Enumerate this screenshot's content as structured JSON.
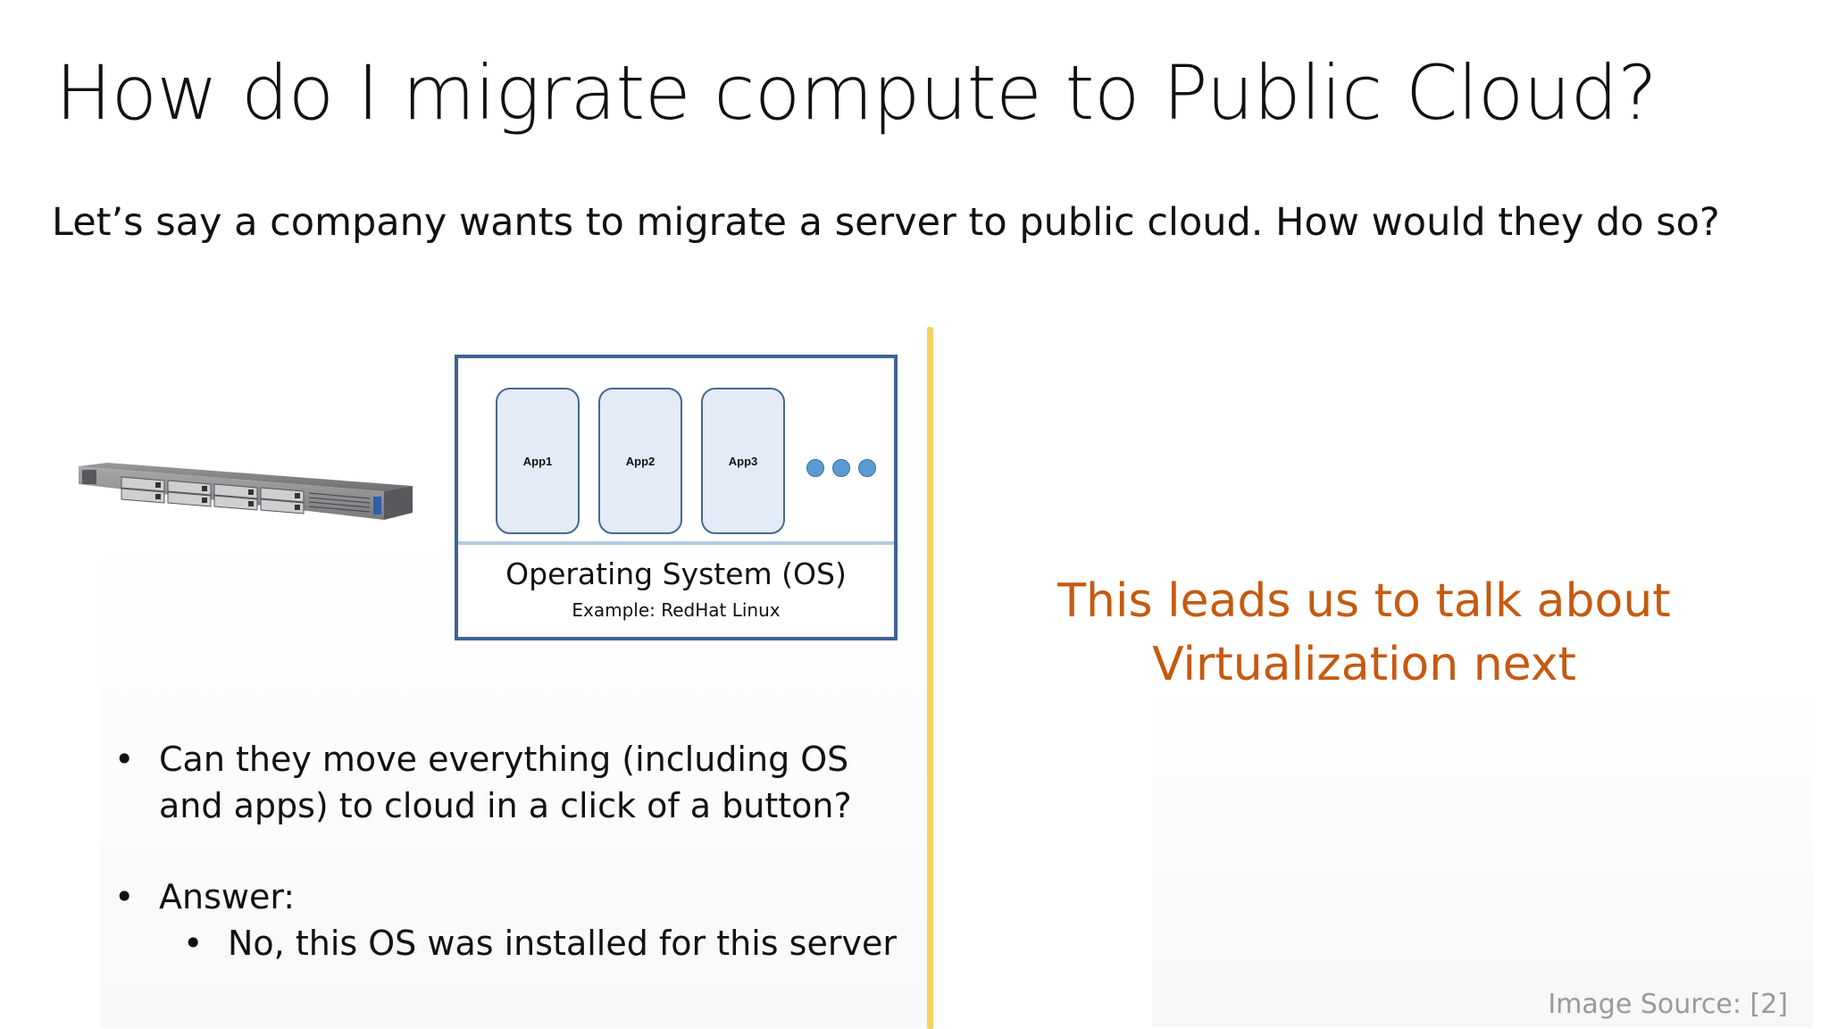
{
  "slide": {
    "title": "How do I migrate compute to Public Cloud?",
    "subtitle": "Let’s say a company wants to migrate a server to public cloud. How would they do so?",
    "diagram": {
      "apps": [
        "App1",
        "App2",
        "App3"
      ],
      "os_title": "Operating System (OS)",
      "os_example": "Example: RedHat Linux"
    },
    "bullets": {
      "mark": "•",
      "question": "Can they move everything (including OS and apps) to cloud in a click of a button?",
      "answer_label": "Answer:",
      "answer": "No, this OS was installed for this server"
    },
    "lead_line1": "This leads us to talk about",
    "lead_line2": "Virtualization next",
    "source": "Image Source: [2]"
  },
  "colors": {
    "accent_orange": "#c55a11",
    "divider_yellow": "#f5d35e",
    "box_border": "#3e6493",
    "app_fill": "#e3ebf7",
    "dot_fill": "#5b9bd5"
  }
}
